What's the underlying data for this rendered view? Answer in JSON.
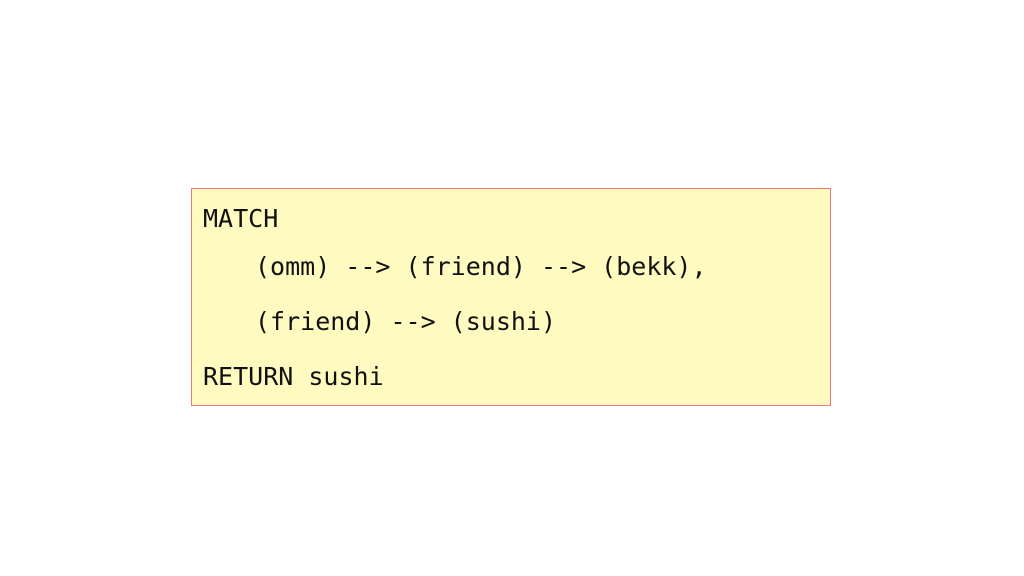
{
  "code": {
    "lines": [
      "MATCH",
      "(omm) --> (friend) --> (bekk),",
      "(friend) --> (sushi)",
      "RETURN sushi"
    ]
  },
  "colors": {
    "box_background": "#fffbc0",
    "box_border": "#e8797c",
    "text": "#111111"
  }
}
